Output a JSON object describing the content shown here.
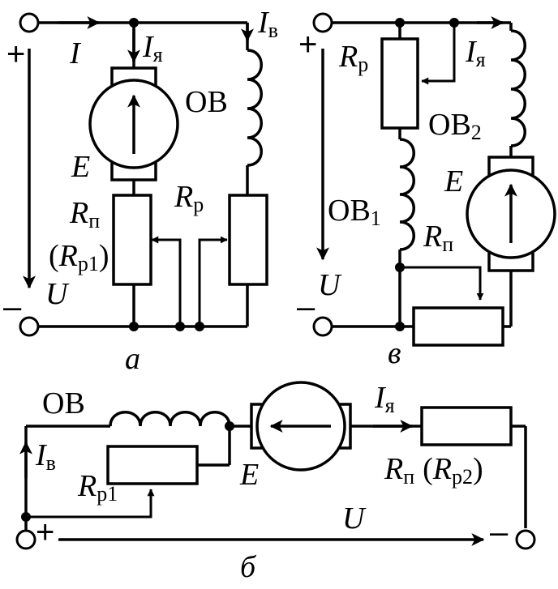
{
  "circuit_a": {
    "caption": "а",
    "plus": "+",
    "minus": "–",
    "current_total": "I",
    "current_armature": "I",
    "current_armature_sub": "я",
    "current_field": "I",
    "current_field_sub": "в",
    "field_winding": "ОВ",
    "emf": "E",
    "starter_resistor": "R",
    "starter_resistor_sub": "п",
    "starter_alt_open": "(",
    "starter_alt": "R",
    "starter_alt_sub": "р1",
    "starter_alt_close": ")",
    "field_rheostat": "R",
    "field_rheostat_sub": "р",
    "voltage": "U"
  },
  "circuit_b": {
    "caption": "б",
    "plus": "+",
    "minus": "–",
    "field_winding": "ОВ",
    "current_field": "I",
    "current_field_sub": "в",
    "shunt_rheostat": "R",
    "shunt_rheostat_sub": "р1",
    "emf": "E",
    "current_armature": "I",
    "current_armature_sub": "я",
    "starter_resistor": "R",
    "starter_resistor_sub": "п",
    "starter_alt_open": "(",
    "starter_alt": "R",
    "starter_alt_sub": "р2",
    "starter_alt_close": ")",
    "voltage": "U"
  },
  "circuit_c": {
    "caption": "в",
    "plus": "+",
    "minus": "–",
    "rheostat": "R",
    "rheostat_sub": "р",
    "current_armature": "I",
    "current_armature_sub": "я",
    "field_winding_2": "ОВ",
    "field_winding_2_sub": "2",
    "emf": "E",
    "field_winding_1": "ОВ",
    "field_winding_1_sub": "1",
    "starter_resistor": "R",
    "starter_resistor_sub": "п",
    "voltage": "U"
  }
}
